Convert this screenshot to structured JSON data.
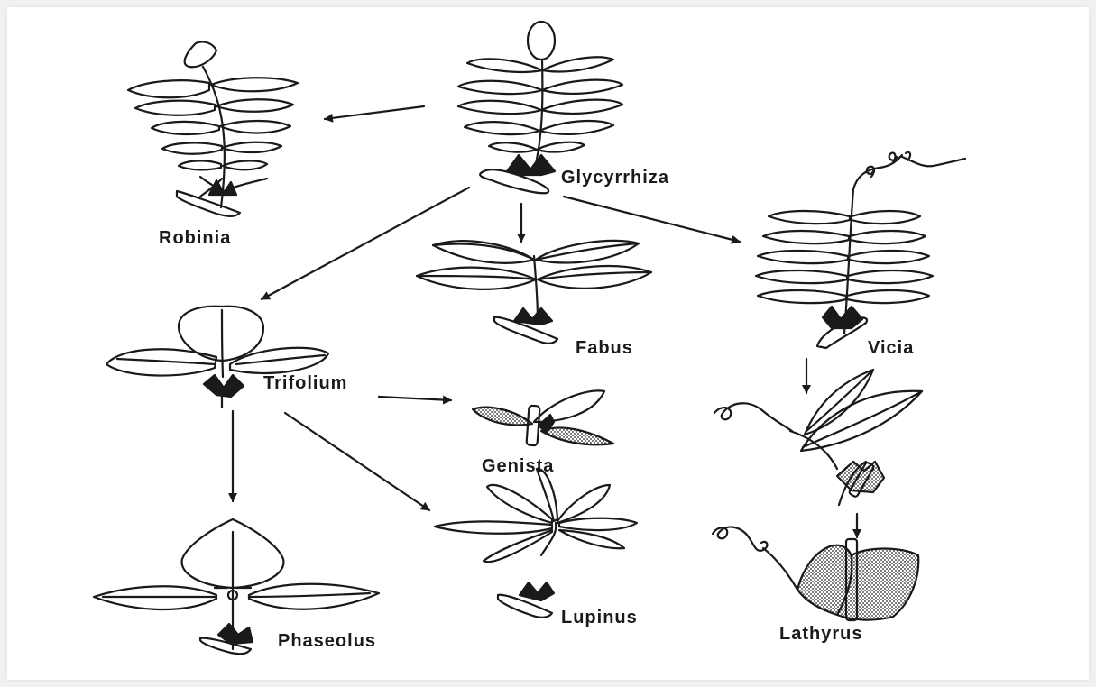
{
  "labels": {
    "glycyrrhiza": "Glycyrrhiza",
    "robinia": "Robinia",
    "fabus": "Fabus",
    "vicia": "Vicia",
    "trifolium": "Trifolium",
    "genista": "Genista",
    "lupinus": "Lupinus",
    "phaseolus": "Phaseolus",
    "lathyrus": "Lathyrus"
  },
  "colors": {
    "ink": "#1a1a1a",
    "background": "#ffffff"
  }
}
